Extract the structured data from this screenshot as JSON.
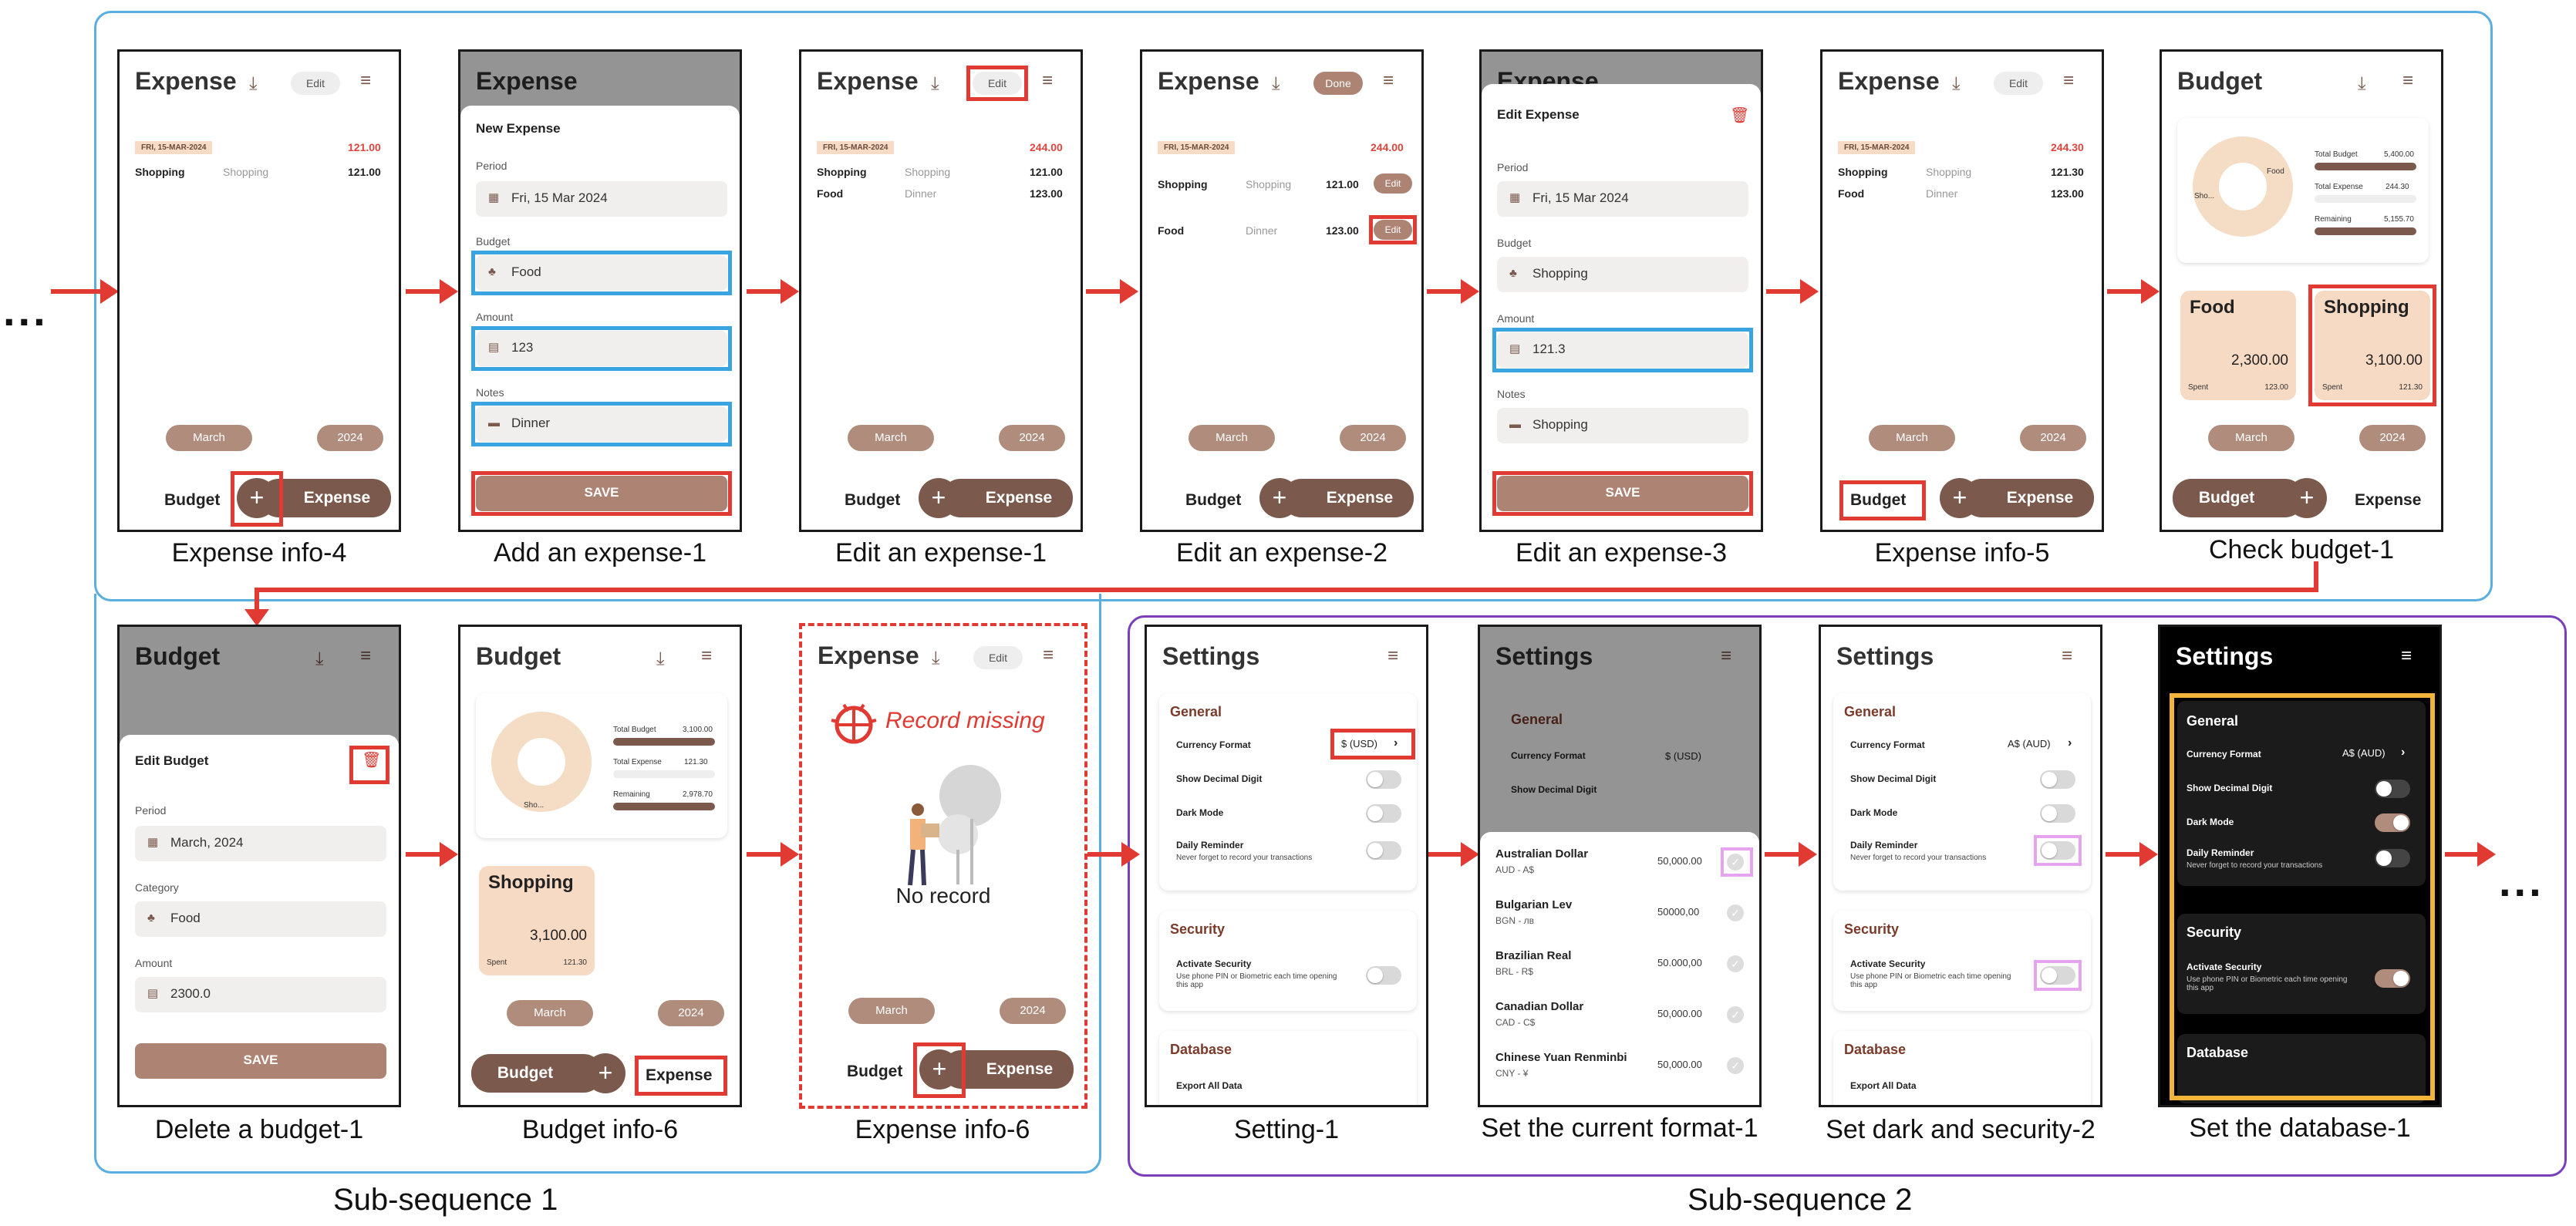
{
  "captions": [
    "Expense info-4",
    "Add an expense-1",
    "Edit an expense-1",
    "Edit an expense-2",
    "Edit an expense-3",
    "Expense info-5",
    "Check budget-1",
    "Delete a budget-1",
    "Budget info-6",
    "Expense info-6",
    "Setting-1",
    "Set the current format-1",
    "Set dark and security-2",
    "Set the database-1"
  ],
  "sub_labels": [
    "Sub-sequence 1",
    "Sub-sequence 2"
  ],
  "ellipsis": "...",
  "bug_text": "Record missing",
  "no_record": "No record",
  "nav": {
    "budget": "Budget",
    "expense": "Expense",
    "plus": "+",
    "month": "March",
    "year": "2024",
    "prev": "‹",
    "next": "›"
  },
  "expense_title": "Expense",
  "budget_title": "Budget",
  "settings_title": "Settings",
  "edit_label": "Edit",
  "done_label": "Done",
  "date_badge": "FRI, 15-MAR-2024",
  "s1": {
    "total": "121.00",
    "rows": [
      {
        "a": "Shopping",
        "b": "Shopping",
        "c": "121.00"
      }
    ]
  },
  "s3": {
    "total": "244.00",
    "rows": [
      {
        "a": "Shopping",
        "b": "Shopping",
        "c": "121.00"
      },
      {
        "a": "Food",
        "b": "Dinner",
        "c": "123.00"
      }
    ]
  },
  "s6": {
    "total": "244.30",
    "rows": [
      {
        "a": "Shopping",
        "b": "Shopping",
        "c": "121.30"
      },
      {
        "a": "Food",
        "b": "Dinner",
        "c": "123.00"
      }
    ]
  },
  "add": {
    "title": "New Expense",
    "period_label": "Period",
    "period": "Fri, 15 Mar 2024",
    "budget_label": "Budget",
    "budget": "Food",
    "amount_label": "Amount",
    "amount": "123",
    "notes_label": "Notes",
    "notes": "Dinner",
    "save": "SAVE"
  },
  "editexp": {
    "title": "Edit Expense",
    "period_label": "Period",
    "period": "Fri, 15 Mar 2024",
    "budget_label": "Budget",
    "budget": "Shopping",
    "amount_label": "Amount",
    "amount": "121.3",
    "notes_label": "Notes",
    "notes": "Shopping",
    "save": "SAVE"
  },
  "editbud": {
    "title": "Edit Budget",
    "period_label": "Period",
    "period": "March, 2024",
    "category_label": "Category",
    "category": "Food",
    "amount_label": "Amount",
    "amount": "2300.0",
    "save": "SAVE"
  },
  "budget1": {
    "total_budget_label": "Total Budget",
    "total_budget": "5,400.00",
    "total_expense_label": "Total Expense",
    "total_expense": "244.30",
    "remaining_label": "Remaining",
    "remaining": "5,155.70",
    "donut_a": "Sho...",
    "donut_b": "Food",
    "cards": [
      {
        "name": "Food",
        "amount": "2,300.00",
        "spent_label": "Spent",
        "spent": "123.00"
      },
      {
        "name": "Shopping",
        "amount": "3,100.00",
        "spent_label": "Spent",
        "spent": "121.30"
      }
    ]
  },
  "budget2": {
    "total_budget_label": "Total Budget",
    "total_budget": "3,100.00",
    "total_expense_label": "Total Expense",
    "total_expense": "121.30",
    "remaining_label": "Remaining",
    "remaining": "2,978.70",
    "donut_a": "Sho...",
    "card": {
      "name": "Shopping",
      "amount": "3,100.00",
      "spent_label": "Spent",
      "spent": "121.30"
    }
  },
  "settings": {
    "general": "General",
    "currency_label": "Currency Format",
    "currency_usd": "$ (USD)",
    "currency_aud": "A$ (AUD)",
    "decimal": "Show Decimal Digit",
    "dark": "Dark Mode",
    "reminder": "Daily Reminder",
    "reminder_sub": "Never forget to record your transactions",
    "security": "Security",
    "activate": "Activate Security",
    "activate_sub": "Use phone PIN or Biometric each time opening this app",
    "database": "Database",
    "export": "Export All Data"
  },
  "currencies": [
    {
      "name": "Australian Dollar",
      "code": "AUD - A$",
      "val": "50,000.00"
    },
    {
      "name": "Bulgarian Lev",
      "code": "BGN - лв",
      "val": "50000,00"
    },
    {
      "name": "Brazilian Real",
      "code": "BRL - R$",
      "val": "50.000,00"
    },
    {
      "name": "Canadian Dollar",
      "code": "CAD - C$",
      "val": "50,000.00"
    },
    {
      "name": "Chinese Yuan Renminbi",
      "code": "CNY - ¥",
      "val": "50,000.00"
    }
  ],
  "colors": {
    "brown": "#7b5a4d",
    "accent": "#ad8473",
    "red": "#e03a33",
    "blue": "#3aa4e0",
    "purple": "#7a3fb8",
    "yellow": "#f2b43a"
  }
}
